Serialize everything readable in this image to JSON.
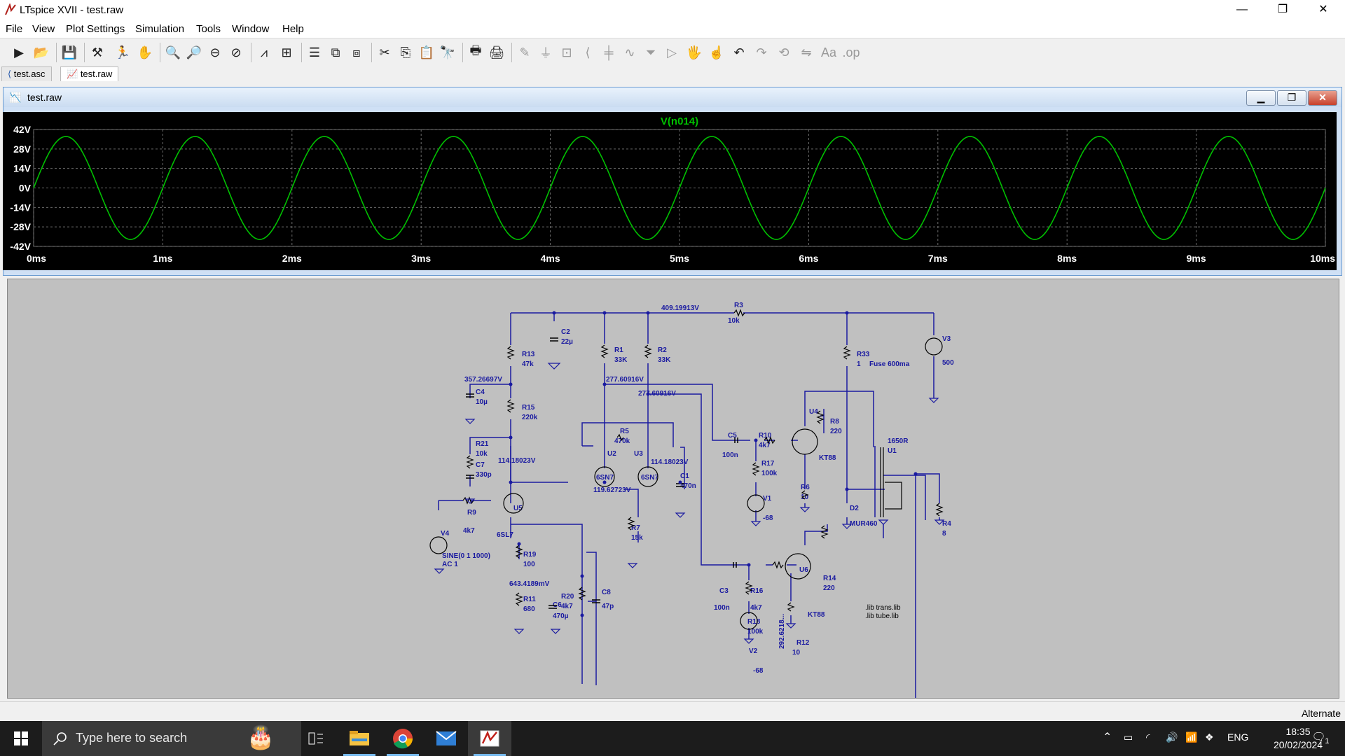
{
  "window": {
    "title": "LTspice XVII - test.raw",
    "minimize": "—",
    "restore": "❐",
    "close": "✕"
  },
  "menu": [
    {
      "label": "File"
    },
    {
      "label": "View"
    },
    {
      "label": "Plot Settings"
    },
    {
      "label": "Simulation"
    },
    {
      "label": "Tools"
    },
    {
      "label": "Window"
    },
    {
      "label": "Help"
    }
  ],
  "tabs": [
    {
      "label": "test.asc",
      "icon": "schematic-icon"
    },
    {
      "label": "test.raw",
      "icon": "waveform-icon"
    }
  ],
  "plot_window": {
    "title": "test.raw",
    "trace_label": "V(n014)",
    "trace_color": "#00c000"
  },
  "chart_data": {
    "type": "line",
    "title": "V(n014)",
    "xlabel": "",
    "ylabel": "",
    "x_ticks": [
      "0ms",
      "1ms",
      "2ms",
      "3ms",
      "4ms",
      "5ms",
      "6ms",
      "7ms",
      "8ms",
      "9ms",
      "10ms"
    ],
    "y_ticks": [
      "42V",
      "28V",
      "14V",
      "0V",
      "-14V",
      "-28V",
      "-42V"
    ],
    "xlim": [
      0,
      10
    ],
    "ylim": [
      -42,
      42
    ],
    "grid": true,
    "series": [
      {
        "name": "V(n014)",
        "shape": "sine",
        "frequency_hz": 1000,
        "amplitude_v": 37,
        "offset_v": 0,
        "color": "#00c000"
      }
    ]
  },
  "schematic": {
    "node_voltages": [
      "409.19913V",
      "357.26697V",
      "277.60916V",
      "277.60916V",
      "114.18023V",
      "114.18023V",
      "119.62723V",
      "643.4189mV",
      "292.6218..."
    ],
    "components": [
      {
        "ref": "R3",
        "value": "10k"
      },
      {
        "ref": "C2",
        "value": "22µ"
      },
      {
        "ref": "R13",
        "value": "47k"
      },
      {
        "ref": "R1",
        "value": "33K"
      },
      {
        "ref": "R2",
        "value": "33K"
      },
      {
        "ref": "R33",
        "value": "1"
      },
      {
        "ref": "V3",
        "value": "500"
      },
      {
        "ref": "C4",
        "value": "10µ"
      },
      {
        "ref": "R15",
        "value": "220k"
      },
      {
        "ref": "R5",
        "value": "470k"
      },
      {
        "ref": "R21",
        "value": "10k"
      },
      {
        "ref": "C7",
        "value": "330p"
      },
      {
        "ref": "U2",
        "value": "6SN7"
      },
      {
        "ref": "U3",
        "value": "6SN7"
      },
      {
        "ref": "C1",
        "value": "470n"
      },
      {
        "ref": "C5",
        "value": "100n"
      },
      {
        "ref": "R10",
        "value": "4k7"
      },
      {
        "ref": "R17",
        "value": "100k"
      },
      {
        "ref": "V1",
        "value": "-68"
      },
      {
        "ref": "U4",
        "value": "KT88"
      },
      {
        "ref": "R8",
        "value": "220"
      },
      {
        "ref": "R6",
        "value": "10"
      },
      {
        "ref": "U1",
        "value": "1650R"
      },
      {
        "ref": "D2",
        "value": "MUR460"
      },
      {
        "ref": "R4",
        "value": "8"
      },
      {
        "ref": "R9",
        "value": "4k7"
      },
      {
        "ref": "U5",
        "value": "6SL7"
      },
      {
        "ref": "V4",
        "value": "SINE(0 1 1000)"
      },
      {
        "ref": "R7",
        "value": "15k"
      },
      {
        "ref": "R19",
        "value": "100"
      },
      {
        "ref": "R11",
        "value": "680"
      },
      {
        "ref": "C6",
        "value": "470µ"
      },
      {
        "ref": "R20",
        "value": "4k7"
      },
      {
        "ref": "C8",
        "value": "47p"
      },
      {
        "ref": "C3",
        "value": "100n"
      },
      {
        "ref": "R16",
        "value": "4k7"
      },
      {
        "ref": "R18",
        "value": "100k"
      },
      {
        "ref": "V2",
        "value": "-68"
      },
      {
        "ref": "U6",
        "value": "KT88"
      },
      {
        "ref": "R14",
        "value": "220"
      },
      {
        "ref": "R12",
        "value": "10"
      }
    ],
    "texts": [
      "Fuse 600ma",
      "AC 1",
      ".lib trans.lib",
      ".lib tube.lib"
    ]
  },
  "status": {
    "text": "Alternate"
  },
  "taskbar": {
    "search_placeholder": "Type here to search",
    "tray": {
      "lang": "ENG",
      "time": "18:35",
      "date": "20/02/2024",
      "notifications": "1"
    }
  }
}
